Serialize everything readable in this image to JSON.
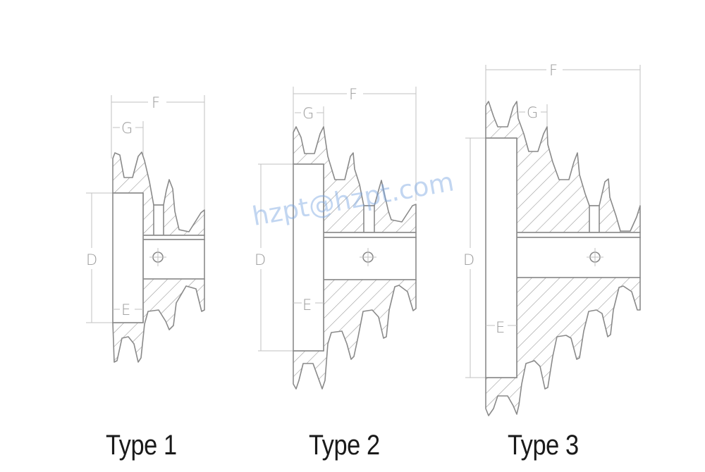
{
  "diagram": {
    "subject": "Multi-groove V-belt pulley cross-sections",
    "types": [
      {
        "caption": "Type 1",
        "grooves": 3,
        "dimensions": {
          "F": "F",
          "G": "G",
          "D": "D",
          "E": "E"
        }
      },
      {
        "caption": "Type 2",
        "grooves": 4,
        "dimensions": {
          "F": "F",
          "G": "G",
          "D": "D",
          "E": "E"
        }
      },
      {
        "caption": "Type 3",
        "grooves": 6,
        "dimensions": {
          "F": "F",
          "G": "G",
          "D": "D",
          "E": "E"
        }
      }
    ],
    "watermark": "hzpt@hzpt.com",
    "colors": {
      "line": "#8a8a8a",
      "dimension": "#c2c2c2",
      "caption": "#1a1a1a",
      "watermark": "#78a5e1"
    }
  }
}
